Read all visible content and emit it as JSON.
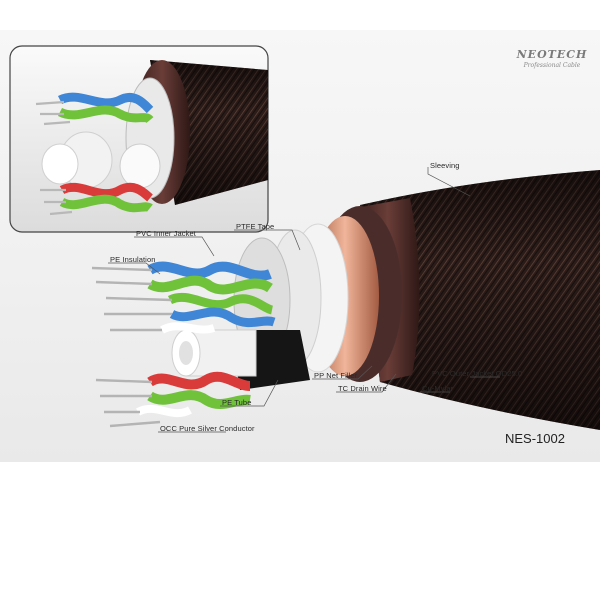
{
  "brand": {
    "name": "NEOTECH",
    "tagline": "Professional Cable"
  },
  "model": "NES-1002",
  "callouts": {
    "sleeving": "Sleeving",
    "ptfe_tape": "PTFE Tape",
    "pvc_inner_jacket": "PVC Inner Jacket",
    "pe_insulation": "PE Insulation",
    "pvc_outer_jacket": "PVC Outer Jacket OD25.0",
    "cu_mylar": "Cu-Mylar",
    "pp_net_filler": "PP Net Filler",
    "tc_drain_wire": "TC Drain Wire",
    "pe_tube": "PE Tube",
    "occ_conductor": "OCC Pure Silver Conductor"
  },
  "colors": {
    "sleeve": "#3a2620",
    "outer_jacket": "#4a2d2a",
    "cu_mylar": "#c9866a",
    "wire_green": "#6fc23a",
    "wire_blue": "#3f86d6",
    "wire_red": "#d93b3b",
    "pe_tube": "#f4f4f4"
  }
}
